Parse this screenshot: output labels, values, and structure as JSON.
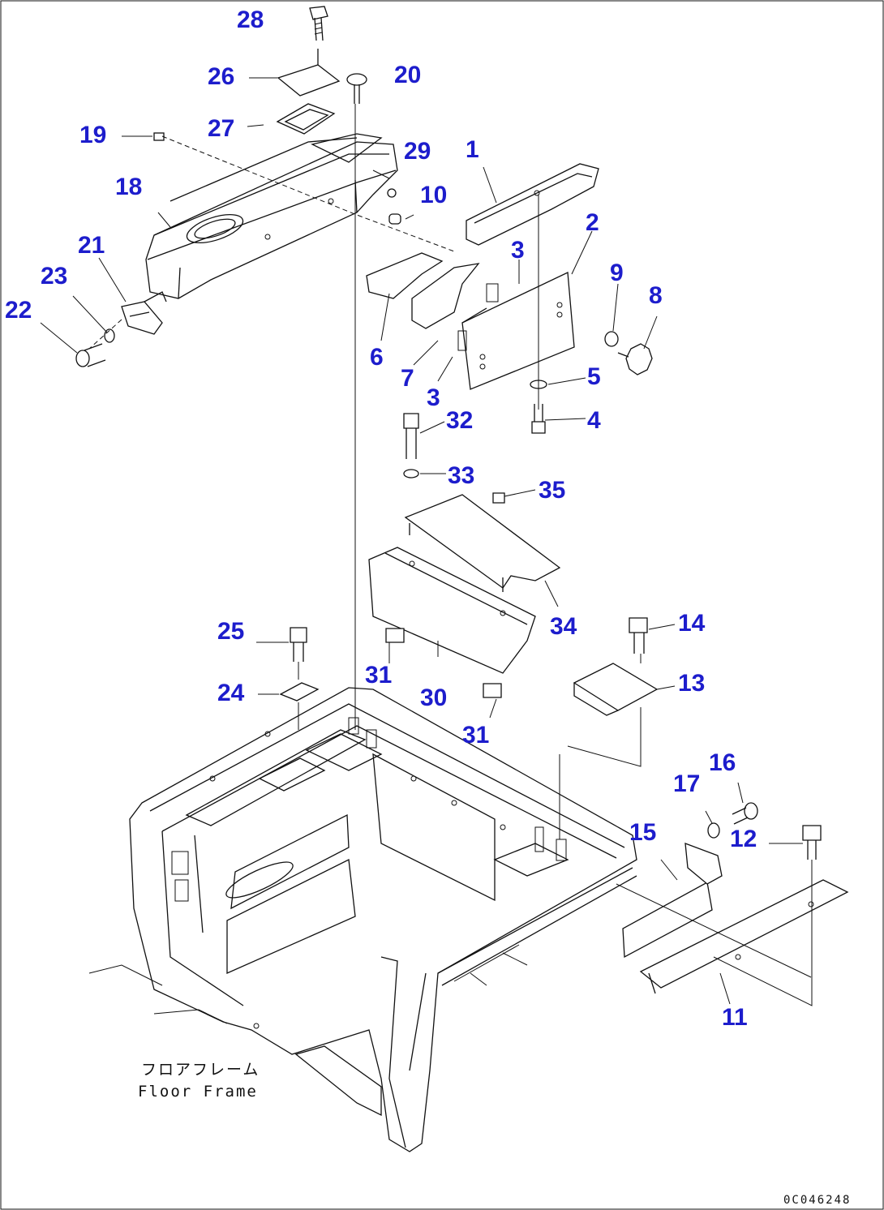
{
  "diagram": {
    "caption_jp": "フロアフレーム",
    "caption_en": "Floor Frame",
    "drawing_code": "0C046248",
    "label_color": "#1d1dcc",
    "labels": [
      "28",
      "26",
      "20",
      "27",
      "19",
      "29",
      "1",
      "18",
      "10",
      "2",
      "21",
      "3",
      "9",
      "8",
      "23",
      "22",
      "6",
      "7",
      "3",
      "5",
      "4",
      "32",
      "33",
      "35",
      "34",
      "25",
      "14",
      "31",
      "13",
      "24",
      "30",
      "31",
      "17",
      "16",
      "15",
      "12",
      "11"
    ]
  }
}
